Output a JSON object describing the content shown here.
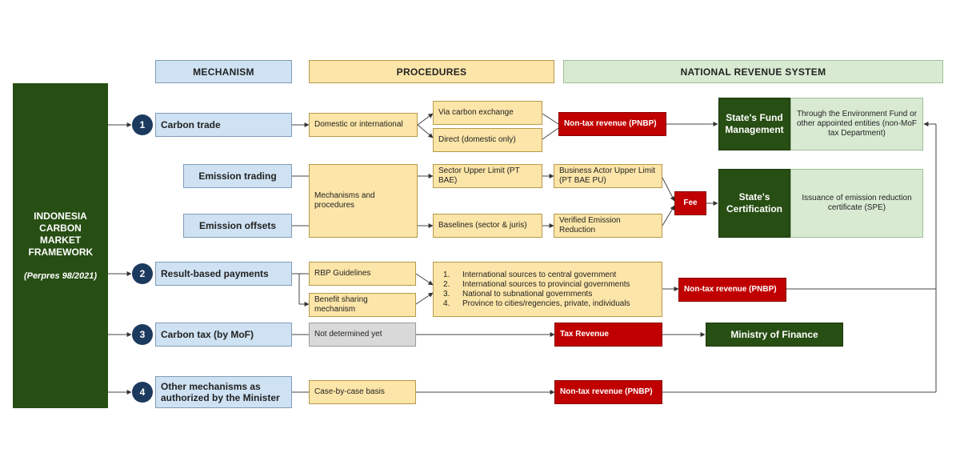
{
  "headers": {
    "mechanism": "MECHANISM",
    "procedures": "PROCEDURES",
    "national_revenue": "NATIONAL REVENUE SYSTEM"
  },
  "framework": {
    "title": "INDONESIA CARBON MARKET FRAMEWORK",
    "subtitle": "(Perpres 98/2021)"
  },
  "mechanisms": {
    "carbon_trade": {
      "number": "1",
      "label": "Carbon trade"
    },
    "emission_trading": {
      "label": "Emission trading"
    },
    "emission_offsets": {
      "label": "Emission offsets"
    },
    "result_based_payments": {
      "number": "2",
      "label": "Result-based payments"
    },
    "carbon_tax": {
      "number": "3",
      "label": "Carbon tax (by MoF)"
    },
    "other_mechanisms": {
      "number": "4",
      "label": "Other mechanisms as authorized by the Minister"
    }
  },
  "procedures": {
    "domestic_or_international": "Domestic or international",
    "via_carbon_exchange": "Via carbon exchange",
    "direct_domestic": "Direct (domestic only)",
    "mechanisms_and_procedures": "Mechanisms and procedures",
    "sector_upper_limit": "Sector Upper Limit (PT BAE)",
    "baselines": "Baselines (sector & juris)",
    "business_actor_upper_limit": "Business Actor Upper Limit (PT BAE PU)",
    "verified_emission_reduction": "Verified Emission Reduction",
    "rbp_guidelines": "RBP Guidelines",
    "benefit_sharing": "Benefit sharing mechanism",
    "rbp_list": [
      {
        "n": "1.",
        "text": "International sources to central government"
      },
      {
        "n": "2.",
        "text": "International sources to provincial governments"
      },
      {
        "n": "3.",
        "text": "National to subnational governments"
      },
      {
        "n": "4.",
        "text": "Province to cities/regencies, private, individuals"
      }
    ],
    "not_determined": "Not determined yet",
    "case_by_case": "Case-by-case basis"
  },
  "revenue": {
    "non_tax_1": "Non-tax revenue (PNBP)",
    "fee": "Fee",
    "non_tax_2": "Non-tax revenue (PNBP)",
    "tax_revenue": "Tax Revenue",
    "non_tax_4": "Non-tax revenue (PNBP)",
    "states_fund_management": "State's Fund Management",
    "fund_detail": "Through the Environment Fund or other appointed entities (non-MoF tax Department)",
    "states_certification": "State's Certification",
    "certification_detail": "Issuance of emission reduction certificate (SPE)",
    "ministry_of_finance": "Ministry of Finance"
  },
  "colors": {
    "dark_green": "#274e13",
    "light_green": "#d9ead3",
    "blue": "#cfe2f3",
    "yellow": "#fce5a8",
    "gray": "#d9d9d9",
    "red": "#c00000",
    "number_circle": "#1c3a5e"
  }
}
